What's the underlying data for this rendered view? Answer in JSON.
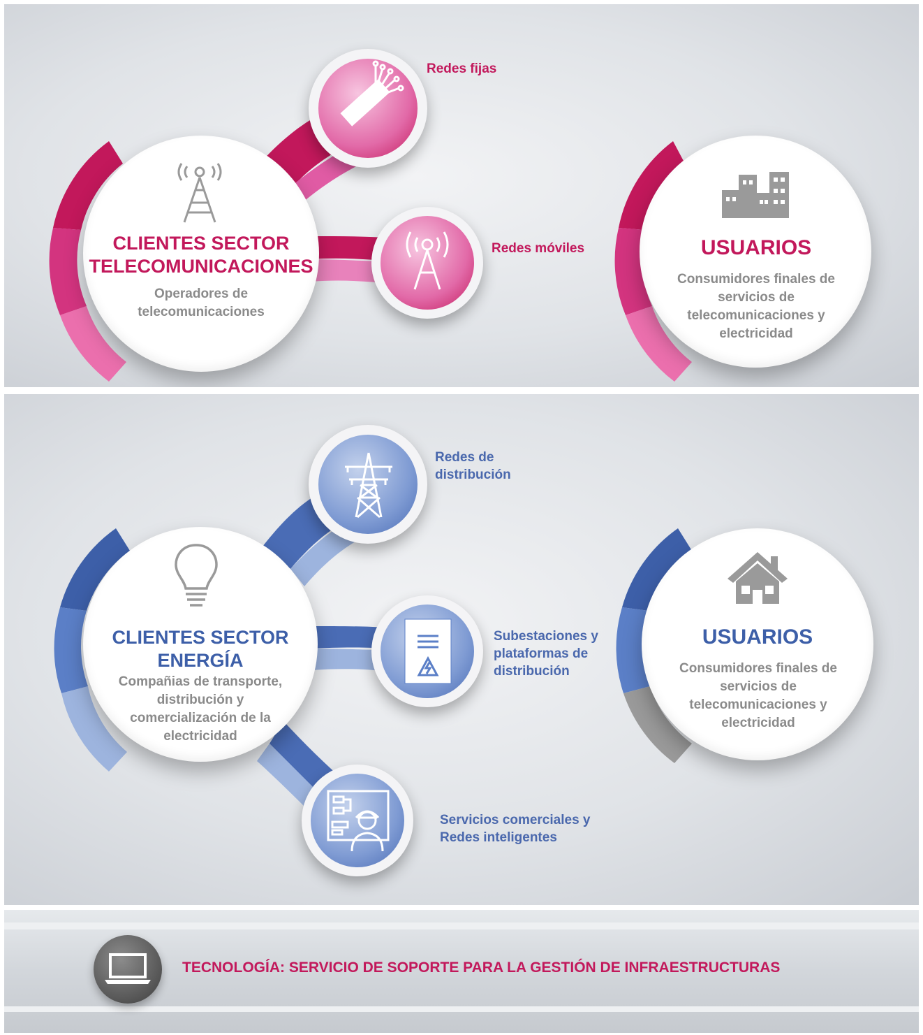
{
  "telecom": {
    "title": "CLIENTES SECTOR TELECOMUNICACIONES",
    "subtitle": "Operadores de telecomunicaciones",
    "branches": [
      {
        "label": "Redes fijas",
        "icon": "fiber-optic-cable-icon"
      },
      {
        "label": "Redes móviles",
        "icon": "antenna-tower-icon"
      }
    ],
    "users": {
      "title": "USUARIOS",
      "subtitle": "Consumidores finales de servicios de telecomunicaciones y electricidad",
      "icon": "buildings-icon"
    },
    "colors": {
      "dark": "#c2185b",
      "mid": "#d9449a",
      "light": "#eb9dc9"
    }
  },
  "energy": {
    "title": "CLIENTES SECTOR ENERGÍA",
    "subtitle": "Compañias de transporte, distribución y comercialización de la electricidad",
    "branches": [
      {
        "label": "Redes de distribución",
        "icon": "power-pylon-icon"
      },
      {
        "label": "Subestaciones y plataformas de distribución",
        "icon": "electrical-panel-icon"
      },
      {
        "label": "Servicios comerciales y Redes inteligentes",
        "icon": "engineer-dashboard-icon"
      }
    ],
    "users": {
      "title": "USUARIOS",
      "subtitle": "Consumidores finales de servicios de telecomunicaciones y electricidad",
      "icon": "house-icon"
    },
    "colors": {
      "dark": "#3d5fa8",
      "mid": "#5b7fc7",
      "light": "#9db4de",
      "grey": "#9a9a9a"
    }
  },
  "technology": {
    "label": "TECNOLOGÍA: SERVICIO DE SOPORTE PARA LA GESTIÓN DE INFRAESTRUCTURAS",
    "icon": "laptop-icon",
    "color": "#c2185b"
  }
}
